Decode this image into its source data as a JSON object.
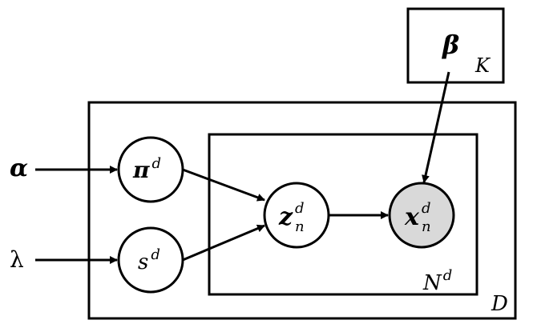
{
  "colors": {
    "stroke": "#000000",
    "observed_fill": "#d9d9d9",
    "latent_fill": "#ffffff"
  },
  "plates": {
    "K": "K",
    "D": "D",
    "N": "N",
    "N_sup": "d"
  },
  "nodes": {
    "beta": "β",
    "alpha": "α",
    "lambda": "λ",
    "pi": "π",
    "pi_sup": "d",
    "s": "s",
    "s_sup": "d",
    "z": "z",
    "z_sup": "d",
    "z_sub": "n",
    "x": "x",
    "x_sup": "d",
    "x_sub": "n"
  }
}
